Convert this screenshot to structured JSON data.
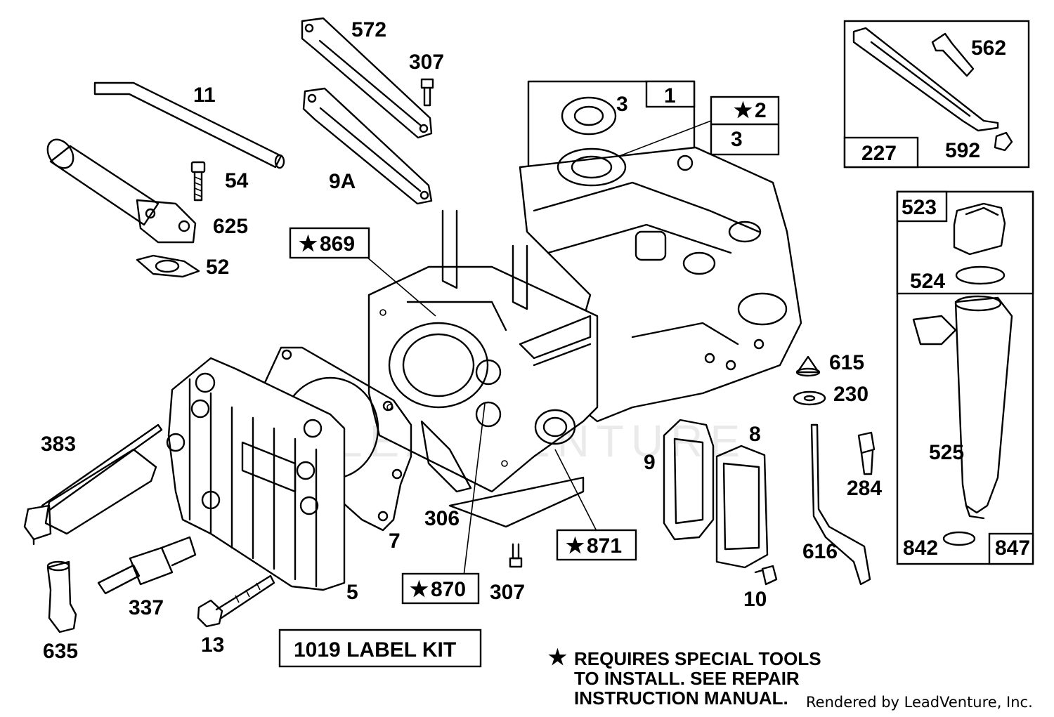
{
  "watermark": "LEADVENTURE",
  "labels": {
    "p1": "1",
    "p2": "2",
    "p3a": "3",
    "p3b": "3",
    "p5": "5",
    "p7": "7",
    "p8": "8",
    "p9": "9",
    "p9a": "9A",
    "p10": "10",
    "p11": "11",
    "p13": "13",
    "p52": "52",
    "p54": "54",
    "p227": "227",
    "p230": "230",
    "p284": "284",
    "p306": "306",
    "p307a": "307",
    "p307b": "307",
    "p337": "337",
    "p383": "383",
    "p523": "523",
    "p524": "524",
    "p525": "525",
    "p562": "562",
    "p572": "572",
    "p592": "592",
    "p615": "615",
    "p616": "616",
    "p625": "625",
    "p635": "635",
    "p842": "842",
    "p847": "847",
    "p869": "869",
    "p870": "870",
    "p871": "871"
  },
  "star": "★",
  "label_kit": "1019 LABEL KIT",
  "note": {
    "line1": "REQUIRES SPECIAL TOOLS",
    "line2": "TO INSTALL.  SEE REPAIR",
    "line3": "INSTRUCTION MANUAL."
  },
  "credit": "Rendered by LeadVenture, Inc."
}
